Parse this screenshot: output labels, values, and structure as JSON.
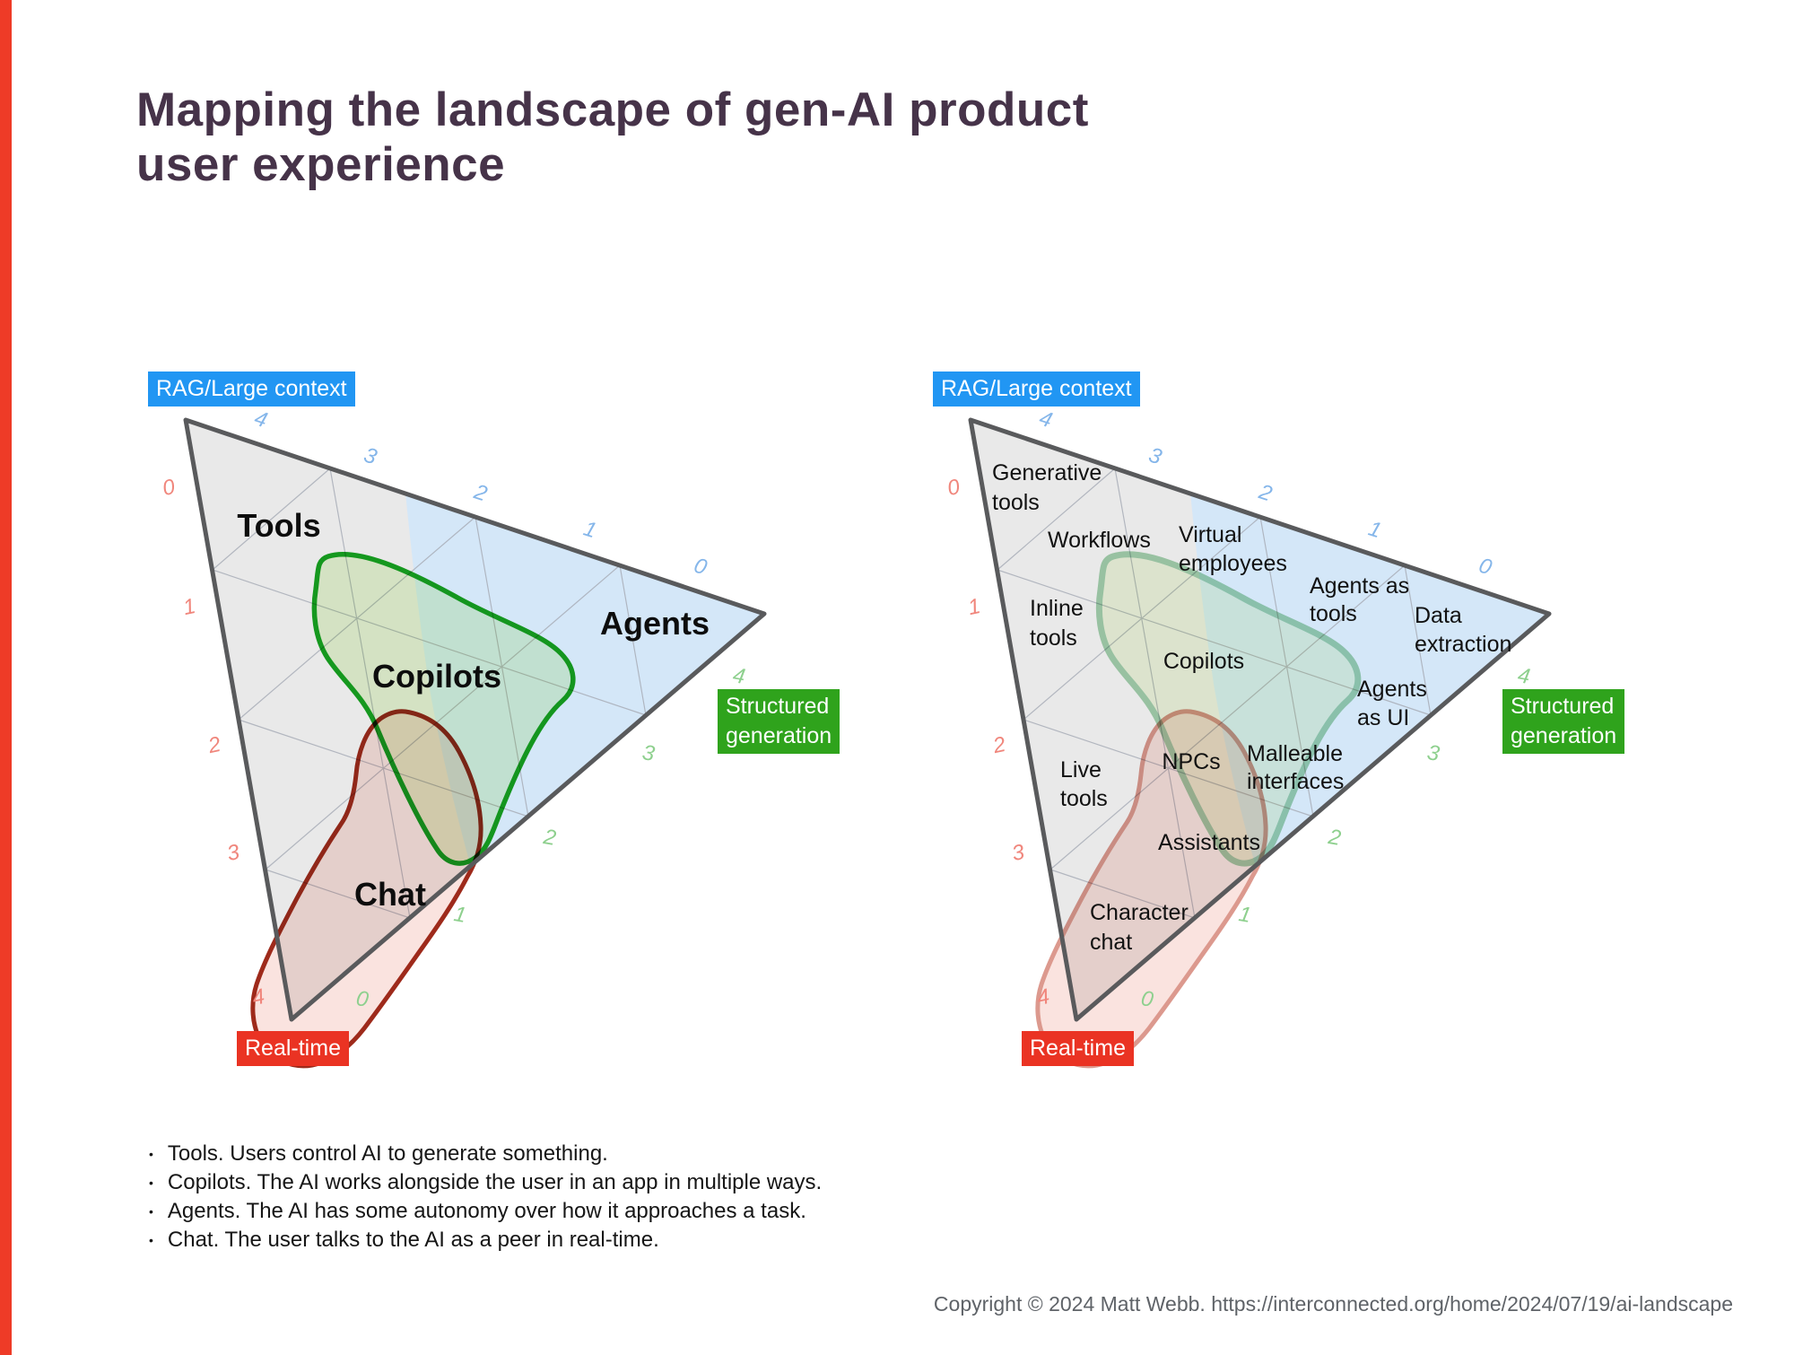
{
  "header": {
    "title_lines": [
      "Mapping the landscape of gen-AI product",
      "user experience"
    ]
  },
  "axes": {
    "rag_label": "RAG/Large context",
    "structured_lines": [
      "Structured",
      "generation"
    ],
    "realtime_label": "Real-time",
    "colors": {
      "rag_badge": "#2196f3",
      "structured_badge": "#2fa31c",
      "realtime_badge": "#ea3323",
      "blue_region": "#d4e7f8",
      "gray_region": "#e9e9e9",
      "green_blob_stroke": "#17a620",
      "red_blob_stroke": "#9e2a1b"
    },
    "ticks": {
      "top": [
        "4",
        "3",
        "2",
        "1",
        "0"
      ],
      "left": [
        "0",
        "1",
        "2",
        "3",
        "4"
      ],
      "bottom": [
        "4",
        "3",
        "2",
        "1",
        "0"
      ]
    }
  },
  "left_diagram": {
    "regions": {
      "tools": "Tools",
      "agents": "Agents",
      "copilots": "Copilots",
      "chat": "Chat"
    }
  },
  "right_diagram": {
    "labels": {
      "generative_tools": [
        "Generative",
        "tools"
      ],
      "workflows": [
        "Workflows"
      ],
      "virtual_employees": [
        "Virtual",
        "employees"
      ],
      "agents_as_tools": [
        "Agents as",
        "tools"
      ],
      "inline_tools": [
        "Inline",
        "tools"
      ],
      "copilots": [
        "Copilots"
      ],
      "data_extraction": [
        "Data",
        "extraction"
      ],
      "agents_as_ui": [
        "Agents",
        "as UI"
      ],
      "npcs": [
        "NPCs"
      ],
      "malleable_interfaces": [
        "Malleable",
        "interfaces"
      ],
      "live_tools": [
        "Live",
        "tools"
      ],
      "assistants": [
        "Assistants"
      ],
      "character_chat": [
        "Character",
        "chat"
      ]
    }
  },
  "legend": {
    "items": [
      "Tools. Users control AI to generate something.",
      "Copilots. The AI works alongside the user in an app in multiple ways.",
      "Agents. The AI has some autonomy over how it approaches a task.",
      "Chat. The user talks to the AI as a peer in real-time."
    ]
  },
  "footer": {
    "copyright": "Copyright © 2024 Matt Webb. https://interconnected.org/home/2024/07/19/ai-landscape"
  }
}
